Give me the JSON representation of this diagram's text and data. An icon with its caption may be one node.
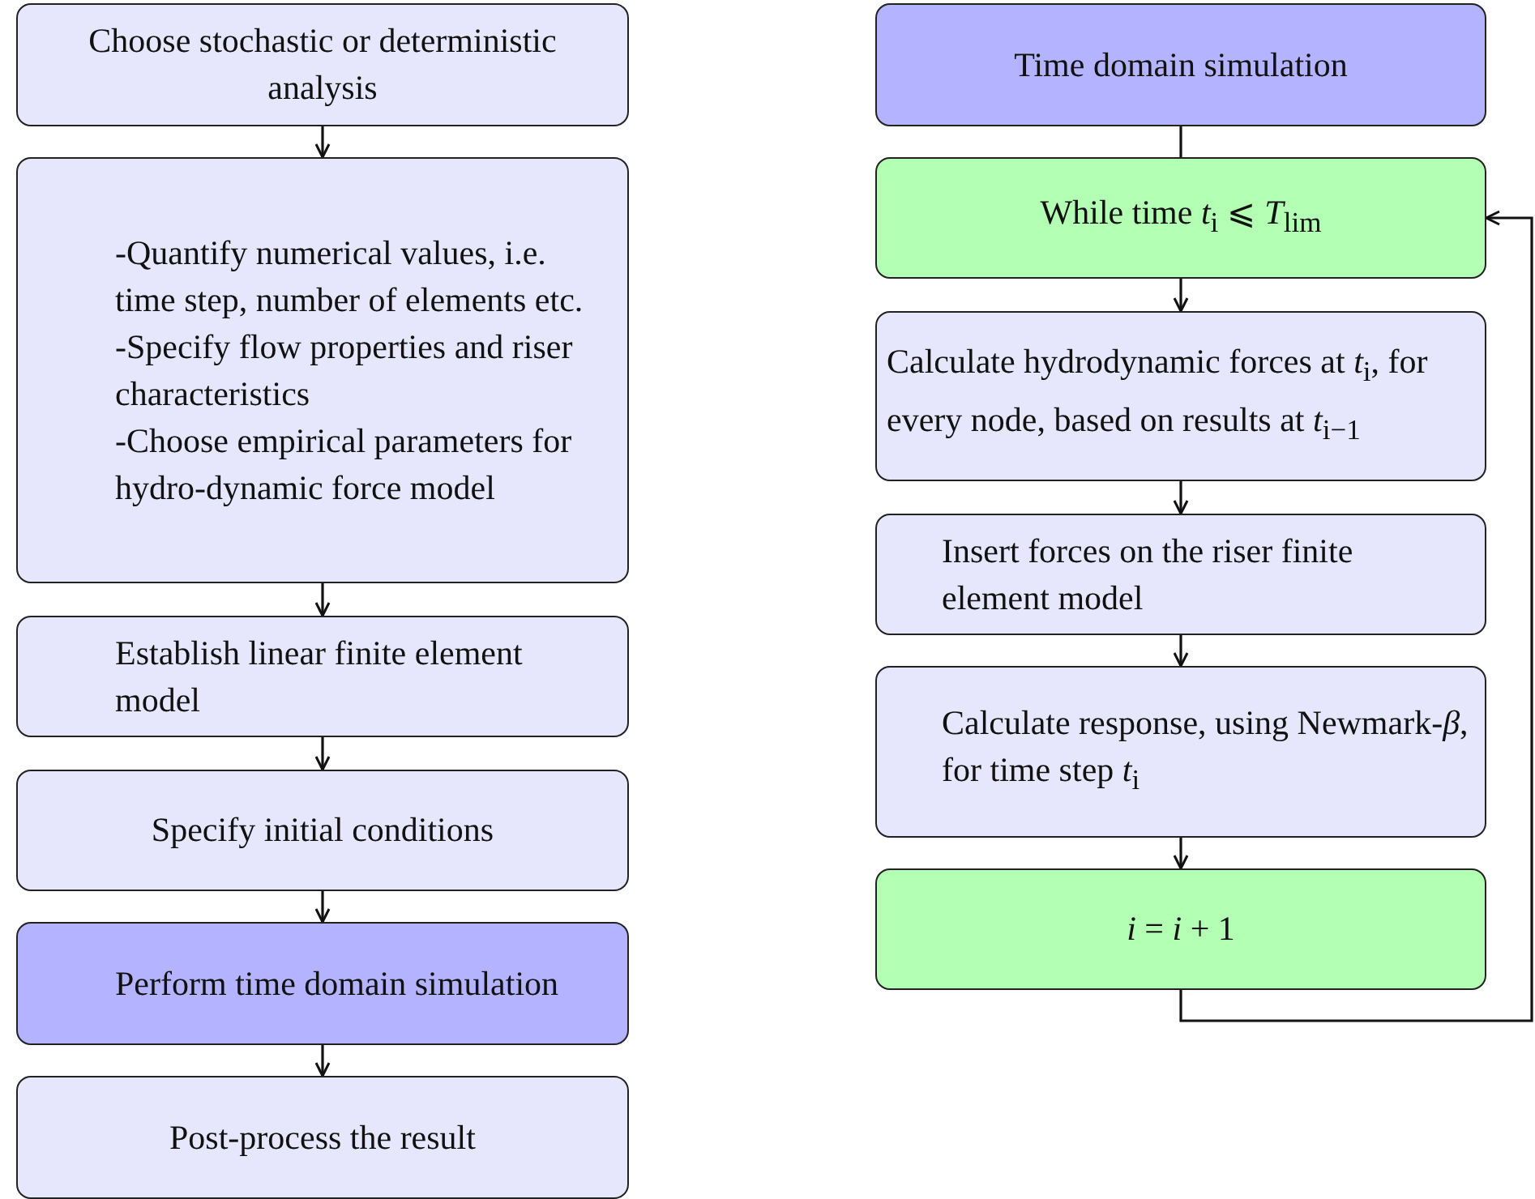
{
  "diagram": {
    "nodes": [
      {
        "text": [
          "Choose stochastic or deterministic analysis"
        ]
      },
      {
        "text": [
          "-Quantify numerical values, i.e. time step, number of elements etc.",
          "-Specify flow properties and riser characteristics",
          "-Choose empirical parameters for hydro-dynamic force model"
        ]
      },
      {
        "text": [
          "Establish linear finite element model"
        ]
      },
      {
        "text": [
          "Specify initial conditions"
        ]
      },
      {
        "text": [
          "Perform time domain simulation"
        ]
      },
      {
        "text": [
          "Post-process the result"
        ]
      },
      {
        "text": [
          "Time domain simulation"
        ]
      },
      {
        "text": [
          "While time *t*$_{i}$ ⩽ *T*$_{lim}$"
        ]
      },
      {
        "text": [
          "Calculate hydrodynamic forces at *t*$_{i}$, for every node, based on results at *t*$_{i−1}$"
        ]
      },
      {
        "text": [
          "Insert forces on the riser finite element model"
        ]
      },
      {
        "text": [
          "Calculate response, using Newmark-*β*, for time step *t*$_{i}$"
        ]
      },
      {
        "text": [
          "*i* = *i* + 1"
        ]
      }
    ],
    "edges": [
      {
        "from": 0,
        "to": 1,
        "arrow": "to"
      },
      {
        "from": 1,
        "to": 2,
        "arrow": "to"
      },
      {
        "from": 2,
        "to": 3,
        "arrow": "to"
      },
      {
        "from": 3,
        "to": 4,
        "arrow": "to"
      },
      {
        "from": 4,
        "to": 5,
        "arrow": "to"
      },
      {
        "from": 6,
        "to": 7,
        "arrow": "none"
      },
      {
        "from": 7,
        "to": 8,
        "arrow": "to"
      },
      {
        "from": 8,
        "to": 9,
        "arrow": "to"
      },
      {
        "from": 9,
        "to": 10,
        "arrow": "to"
      },
      {
        "from": 10,
        "to": 11,
        "arrow": "to"
      },
      {
        "from": 11,
        "to": 7,
        "arrow": "to"
      }
    ]
  }
}
